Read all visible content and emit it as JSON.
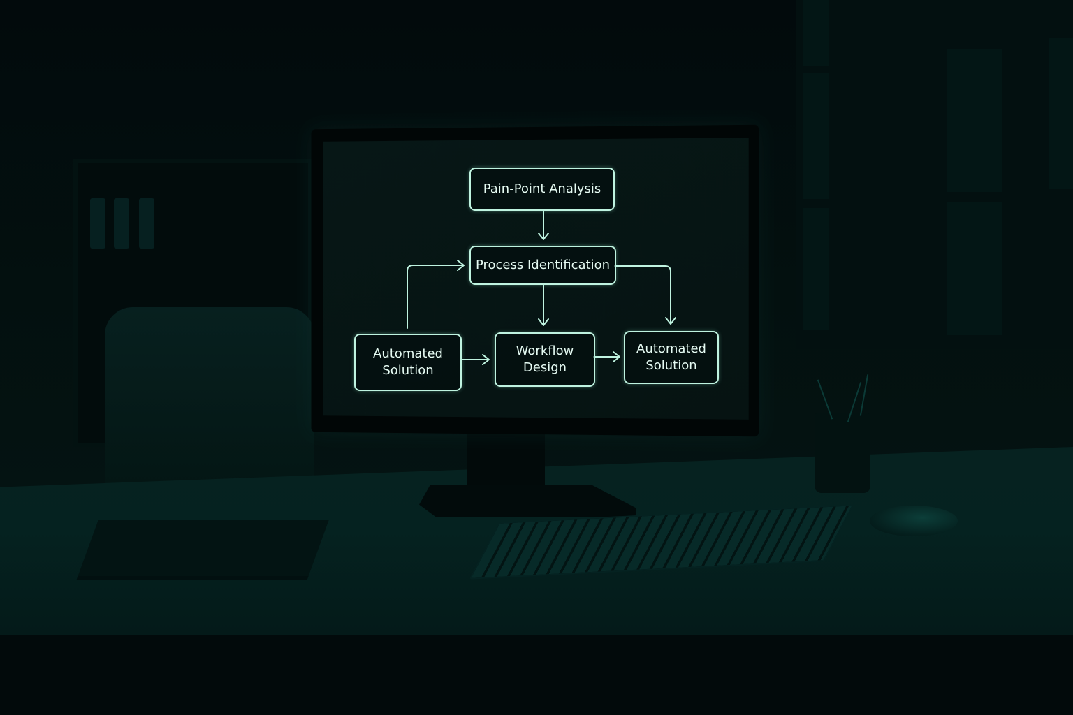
{
  "scene": {
    "description": "Dark office desk with monitor showing a process flowchart",
    "objects": [
      "bookshelf",
      "office-chair",
      "window",
      "monitor",
      "keyboard",
      "mouse",
      "pen-cup",
      "notebook"
    ],
    "colors": {
      "background": "#020a0c",
      "accent": "#bff3e0",
      "screen": "#071716",
      "desk": "#062220"
    }
  },
  "diagram": {
    "nodes": [
      {
        "id": "pain-point",
        "label": "Pain-Point Analysis"
      },
      {
        "id": "process-id",
        "label": "Process Identification"
      },
      {
        "id": "automated-left",
        "label": "Automated Solution"
      },
      {
        "id": "workflow",
        "label": "Workflow Design"
      },
      {
        "id": "automated-right",
        "label": "Automated Solution"
      }
    ],
    "edges": [
      {
        "from": "pain-point",
        "to": "process-id"
      },
      {
        "from": "process-id",
        "to": "workflow"
      },
      {
        "from": "process-id",
        "to": "automated-right"
      },
      {
        "from": "automated-left",
        "to": "process-id"
      },
      {
        "from": "automated-left",
        "to": "workflow"
      },
      {
        "from": "workflow",
        "to": "automated-right"
      }
    ]
  }
}
